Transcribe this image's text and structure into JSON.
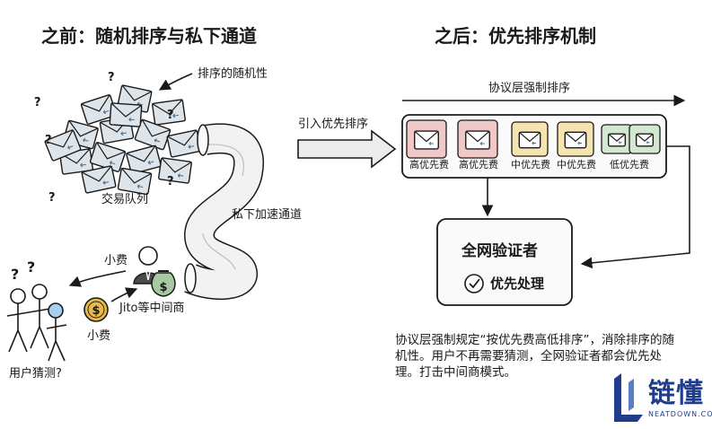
{
  "before": {
    "title": "之前：随机排序与私下通道",
    "randomness_label": "排序的随机性",
    "queue_label": "交易队列",
    "private_channel_label": "私下加速通道",
    "tip_label_top": "小费",
    "tip_label_bottom": "小费",
    "middleman_label": "Jito等中间商",
    "user_label": "用户猜测?",
    "question_mark": "?"
  },
  "arrow_label": "引入优先排序",
  "after": {
    "title": "之后：优先排序机制",
    "protocol_label": "协议层强制排序",
    "priority_labels": [
      "高优先费",
      "高优先费",
      "中优先费",
      "中优先费",
      "低优先费"
    ],
    "validator_title": "全网验证者",
    "validator_subtitle": "优先处理",
    "description": "协议层强制规定“按优先费高低排序”，消除排序的随机性。用户不再需要猜测，全网验证者都会优先处理。打击中间商模式。"
  },
  "brand": {
    "name": "链懂",
    "site": "NEATDOWN.COM"
  },
  "colors": {
    "ink": "#1a1a1a",
    "envelope": "#dde4ea",
    "high_priority": "#f0c8c8",
    "mid_priority": "#f5e4b0",
    "low_priority": "#d3e8d0",
    "user_highlight": "#a9cff0",
    "coin": "#e8b84a",
    "money_bag": "#a7c9a0",
    "brand": "#1f3d8c"
  }
}
